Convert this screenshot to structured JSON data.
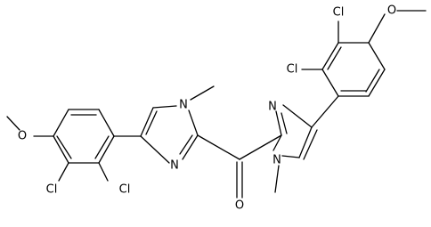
{
  "molecule": {
    "atom_labels": {
      "O_methoxy_left": "O",
      "O_methoxy_right": "O",
      "Cl_left_a": "Cl",
      "Cl_left_b": "Cl",
      "Cl_right_a": "Cl",
      "Cl_right_b": "Cl",
      "N_left_methyl": "N",
      "N_left_ring": "N",
      "N_right_ring": "N",
      "N_right_methyl": "N",
      "O_carbonyl": "O"
    },
    "colors": {
      "bond": "#000000",
      "label": "#000000",
      "background": "#ffffff"
    }
  }
}
